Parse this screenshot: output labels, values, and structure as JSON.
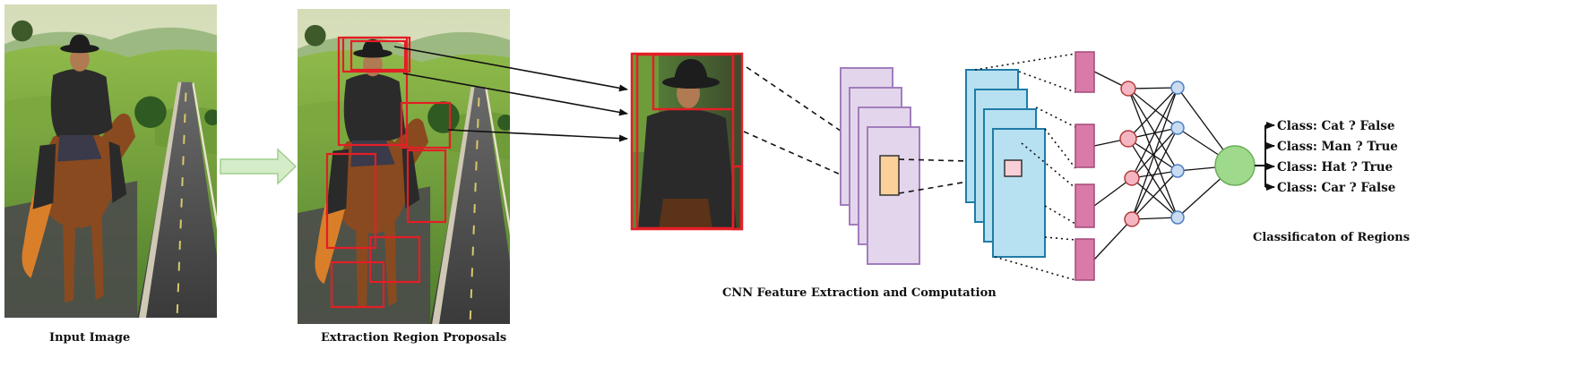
{
  "captions": {
    "input_image": "Input Image",
    "region_proposals": "Extraction Region Proposals",
    "cnn": "CNN Feature Extraction and Computation",
    "classification": "Classificaton of Regions"
  },
  "classes": [
    "Class: Cat ? False",
    "Class: Man ? True",
    "Class: Hat ? True",
    "Class: Car ? False"
  ],
  "colors": {
    "proposal_box": "#e41e26",
    "feature_map_purple_fill": "#e3d6ec",
    "feature_map_purple_stroke": "#a27dbd",
    "feature_map_blue_fill": "#b7e1f1",
    "feature_map_blue_stroke": "#1f7ca6",
    "roi_orange": "#fcd09a",
    "roi_pink": "#f8cfd6",
    "fc_layer": "#d97aa8",
    "hidden_node": "#f4b6c0",
    "blue_node": "#c9dcf3",
    "output_node": "#9ed98c",
    "flow_arrow": "#d5ecc9"
  }
}
